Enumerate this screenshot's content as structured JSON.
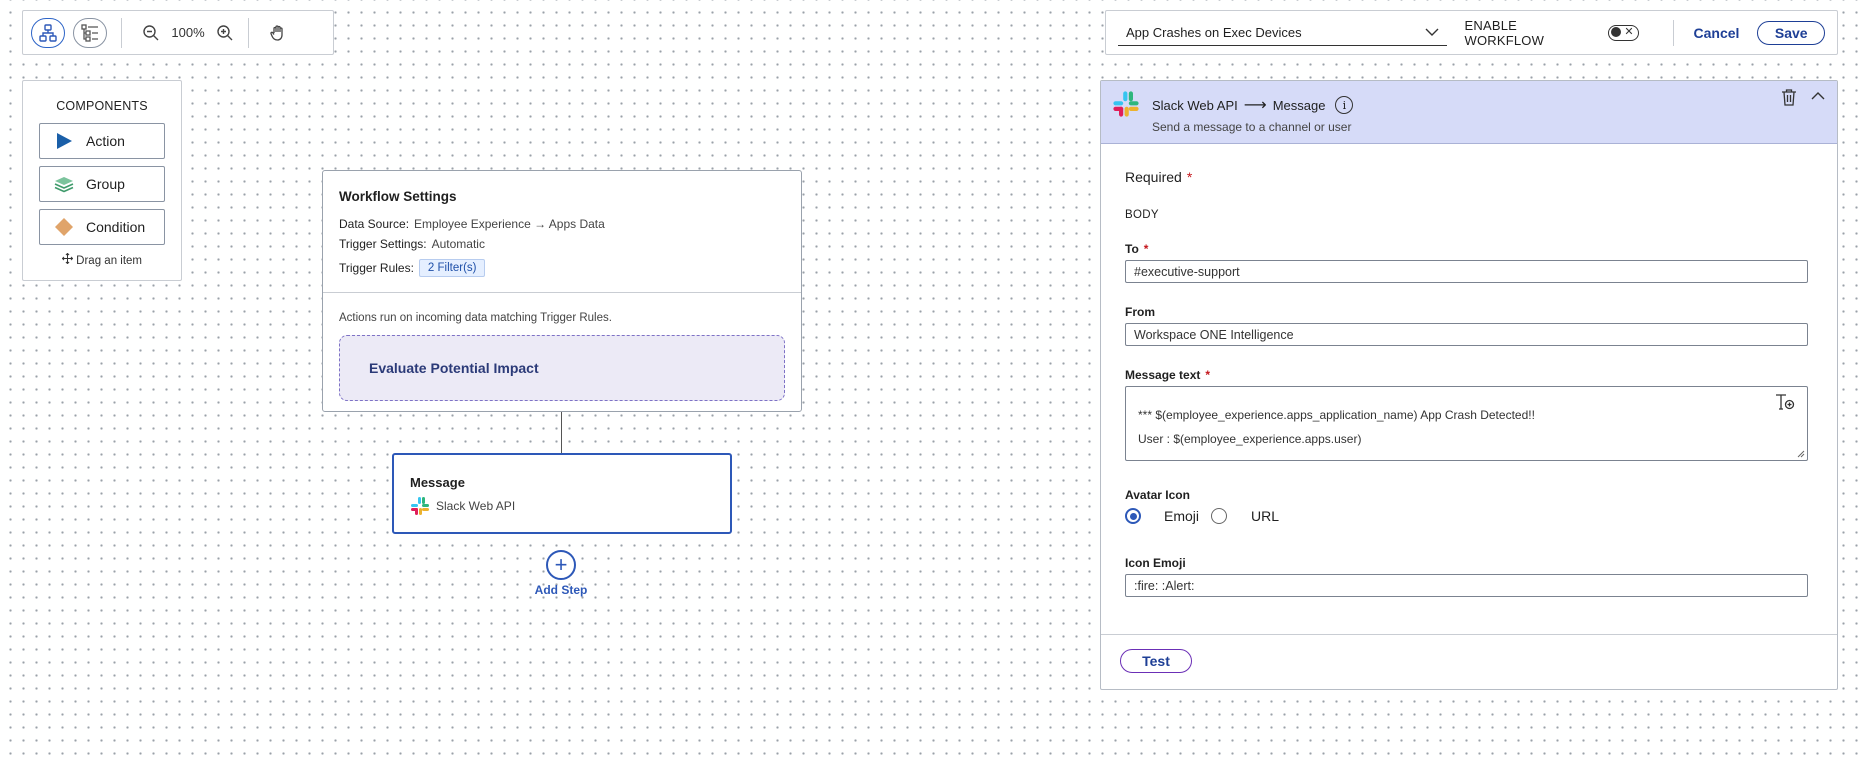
{
  "toolbar": {
    "zoom": "100%",
    "icons": [
      "workflow-view-icon",
      "list-view-icon",
      "zoom-out-icon",
      "zoom-in-icon",
      "hand-pan-icon"
    ]
  },
  "palette": {
    "title": "COMPONENTS",
    "items": [
      {
        "label": "Action",
        "icon": "play-triangle-icon",
        "color": "#1a5fa8"
      },
      {
        "label": "Group",
        "icon": "layers-icon",
        "color": "#3f9a6b"
      },
      {
        "label": "Condition",
        "icon": "diamond-icon",
        "color": "#e0a46a"
      }
    ],
    "drag_hint": "Drag an item"
  },
  "workflow_settings": {
    "title": "Workflow Settings",
    "data_source_label": "Data Source:",
    "data_source_value": "Employee Experience → Apps Data",
    "trigger_settings_label": "Trigger Settings:",
    "trigger_settings_value": "Automatic",
    "trigger_rules_label": "Trigger Rules:",
    "trigger_rules_value": "2 Filter(s)",
    "note": "Actions run on incoming data matching Trigger Rules.",
    "evaluate_label": "Evaluate Potential Impact"
  },
  "message_node": {
    "title": "Message",
    "subtitle": "Slack Web API"
  },
  "add_step": {
    "label": "Add Step"
  },
  "topbar": {
    "workflow_name": "App Crashes on Exec Devices",
    "enable_label": "ENABLE WORKFLOW",
    "enabled": false,
    "cancel_label": "Cancel",
    "save_label": "Save"
  },
  "panel": {
    "connector": "Slack Web API",
    "action": "Message",
    "info_glyph": "i",
    "description": "Send a message to a channel or user",
    "required_label": "Required",
    "body_label": "BODY",
    "fields": {
      "to_label": "To",
      "to_value": "#executive-support",
      "from_label": "From",
      "from_value": "Workspace ONE Intelligence",
      "message_label": "Message text",
      "message_line1": "*** $(employee_experience.apps_application_name) App Crash Detected!!",
      "message_line2": "User : $(employee_experience.apps.user)",
      "avatar_label": "Avatar Icon",
      "avatar_options": [
        "Emoji",
        "URL"
      ],
      "avatar_selected": "Emoji",
      "emoji_label": "Icon Emoji",
      "emoji_value": ":fire: :Alert:"
    },
    "test_label": "Test"
  },
  "colors": {
    "accent": "#2d58b8",
    "header_bg": "#d6dbf8",
    "eval_bg": "#eceaf6"
  }
}
